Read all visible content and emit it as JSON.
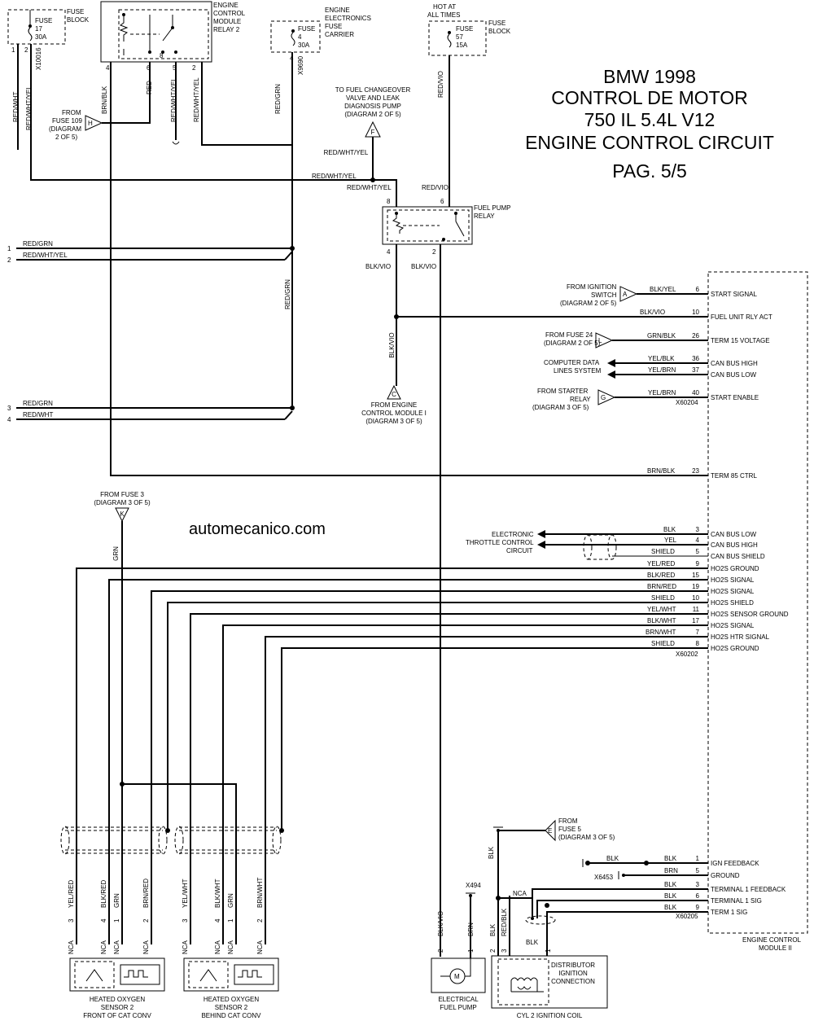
{
  "title": {
    "line1": "BMW 1998",
    "line2": "CONTROL DE MOTOR",
    "line3": "750 IL 5.4L V12",
    "line4": "ENGINE CONTROL CIRCUIT",
    "line5": "PAG. 5/5"
  },
  "watermark": "automecanico.com",
  "top_components": {
    "fuse17": {
      "name": "FUSE",
      "num": "17",
      "amp": "30A",
      "block1": "FUSE",
      "block2": "BLOCK",
      "connector": "X10016",
      "pin1": "1",
      "pin2": "2",
      "wire1": "RED/WHT",
      "wire2": "RED/WHT/YEL"
    },
    "relay2": {
      "l1": "ENGINE",
      "l2": "CONTROL",
      "l3": "MODULE",
      "l4": "RELAY 2",
      "p4": "4",
      "p6": "6",
      "p8": "8",
      "p5": "5",
      "p2": "2",
      "w4": "BRN/BLK",
      "w6": "RED",
      "w5": "RED/WHT/YEL",
      "w2": "RED/WHT/YEL"
    },
    "fuse4": {
      "name": "FUSE",
      "num": "4",
      "amp": "30A",
      "l1": "ENGINE",
      "l2": "ELECTRONICS",
      "l3": "FUSE",
      "l4": "CARRIER",
      "pin": "4",
      "connector": "X9690",
      "wire": "RED/GRN"
    },
    "fuse57": {
      "hot1": "HOT AT",
      "hot2": "ALL TIMES",
      "name": "FUSE",
      "num": "57",
      "amp": "15A",
      "block1": "FUSE",
      "block2": "BLOCK",
      "wire": "RED/VIO"
    },
    "from_fuse109": {
      "l1": "FROM",
      "l2": "FUSE 109",
      "l3": "(DIAGRAM",
      "l4": "2 OF 5)",
      "letter": "H"
    },
    "fuel_changeover": {
      "l1": "TO FUEL CHANGEOVER",
      "l2": "VALVE AND LEAK",
      "l3": "DIAGNOSIS PUMP",
      "l4": "(DIAGRAM 2 OF 5)",
      "letter": "F",
      "wire": "RED/WHT/YEL"
    },
    "splice_wire1": "RED/WHT/YEL",
    "splice_wire2": "RED/WHT/YEL",
    "fuel_pump_relay": {
      "l1": "FUEL PUMP",
      "l2": "RELAY",
      "wire_in": "RED/VIO",
      "p8": "8",
      "p6": "6",
      "p4": "4",
      "p2": "2",
      "w4": "BLK/VIO",
      "w2": "BLK/VIO"
    },
    "from_ecm1": {
      "l1": "FROM ENGINE",
      "l2": "CONTROL MODULE I",
      "l3": "(DIAGRAM 3 OF 5)",
      "letter": "C",
      "wire": "BLK/VIO"
    }
  },
  "left_refs": [
    {
      "num": "1",
      "wire": "RED/GRN"
    },
    {
      "num": "2",
      "wire": "RED/WHT/YEL"
    },
    {
      "num": "3",
      "wire": "RED/GRN"
    },
    {
      "num": "4",
      "wire": "RED/WHT"
    }
  ],
  "vertical_red_grn": "RED/GRN",
  "module": {
    "name1": "ENGINE CONTROL",
    "name2": "MODULE II",
    "conn1": "X60204",
    "conn2": "X60202",
    "conn3": "X60205",
    "pins": [
      {
        "wire": "BLK/YEL",
        "pin": "6",
        "func": "START SIGNAL"
      },
      {
        "wire": "BLK/VIO",
        "pin": "10",
        "func": "FUEL UNIT RLY ACT"
      },
      {
        "wire": "GRN/BLK",
        "pin": "26",
        "func": "TERM 15 VOLTAGE"
      },
      {
        "wire": "YEL/BLK",
        "pin": "36",
        "func": "CAN BUS HIGH"
      },
      {
        "wire": "YEL/BRN",
        "pin": "37",
        "func": "CAN BUS LOW"
      },
      {
        "wire": "YEL/BRN",
        "pin": "40",
        "func": "START ENABLE"
      },
      {
        "wire": "BRN/BLK",
        "pin": "23",
        "func": "TERM 85 CTRL"
      },
      {
        "wire": "BLK",
        "pin": "3",
        "func": "CAN BUS LOW"
      },
      {
        "wire": "YEL",
        "pin": "4",
        "func": "CAN BUS HIGH"
      },
      {
        "wire": "SHIELD",
        "pin": "5",
        "func": "CAN BUS SHIELD"
      },
      {
        "wire": "YEL/RED",
        "pin": "9",
        "func": "HO2S GROUND"
      },
      {
        "wire": "BLK/RED",
        "pin": "15",
        "func": "HO2S SIGNAL"
      },
      {
        "wire": "BRN/RED",
        "pin": "19",
        "func": "HO2S SIGNAL"
      },
      {
        "wire": "SHIELD",
        "pin": "10",
        "func": "HO2S SHIELD"
      },
      {
        "wire": "YEL/WHT",
        "pin": "11",
        "func": "HO2S SENSOR GROUND"
      },
      {
        "wire": "BLK/WHT",
        "pin": "17",
        "func": "HO2S SIGNAL"
      },
      {
        "wire": "BRN/WHT",
        "pin": "7",
        "func": "HO2S HTR SIGNAL"
      },
      {
        "wire": "SHIELD",
        "pin": "8",
        "func": "HO2S GROUND"
      },
      {
        "wire": "BLK",
        "pin": "1",
        "func": "IGN FEEDBACK"
      },
      {
        "wire": "BRN",
        "pin": "5",
        "func": "GROUND"
      },
      {
        "wire": "BLK",
        "pin": "3",
        "func": "TERMINAL 1 FEEDBACK"
      },
      {
        "wire": "BLK",
        "pin": "6",
        "func": "TERMINAL 1 SIG"
      },
      {
        "wire": "BLK",
        "pin": "9",
        "func": "TERM 1 SIG"
      }
    ]
  },
  "right_refs": {
    "ign_switch": {
      "l1": "FROM IGNITION",
      "l2": "SWITCH",
      "l3": "(DIAGRAM 2 OF 5)",
      "letter": "A"
    },
    "fuse24": {
      "l1": "FROM FUSE 24",
      "l2": "(DIAGRAM 2 OF 5)",
      "letter": "L"
    },
    "computer": {
      "l1": "COMPUTER DATA",
      "l2": "LINES SYSTEM"
    },
    "starter": {
      "l1": "FROM STARTER",
      "l2": "RELAY",
      "l3": "(DIAGRAM 3 OF 5)",
      "letter": "G"
    },
    "throttle": {
      "l1": "ELECTRONIC",
      "l2": "THROTTLE CONTROL",
      "l3": "CIRCUIT"
    }
  },
  "fuse3": {
    "l1": "FROM FUSE 3",
    "l2": "(DIAGRAM 3 OF 5)",
    "letter": "K",
    "wire": "GRN"
  },
  "fuse5": {
    "l1": "FROM",
    "l2": "FUSE 5",
    "l3": "(DIAGRAM 3 OF 5)",
    "letter": "E"
  },
  "ign_wires": {
    "blk1": "BLK",
    "brn": "BRN",
    "x6453": "X6453",
    "blk_v": "BLK",
    "x494": "X494",
    "nca": "NCA",
    "blk_coil": "BLK"
  },
  "sensor1": {
    "l1": "HEATED OXYGEN",
    "l2": "SENSOR 2",
    "l3": "FRONT OF CAT CONV",
    "wires": [
      "YEL/RED",
      "BLK/RED",
      "GRN",
      "BRN/RED"
    ],
    "pins": [
      "3",
      "4",
      "1",
      "2"
    ],
    "nca": [
      "NCA",
      "NCA",
      "NCA",
      "NCA"
    ]
  },
  "sensor2": {
    "l1": "HEATED OXYGEN",
    "l2": "SENSOR 2",
    "l3": "BEHIND CAT CONV",
    "wires": [
      "YEL/WHT",
      "BLK/WHT",
      "GRN",
      "BRN/WHT"
    ],
    "pins": [
      "3",
      "4",
      "1",
      "2"
    ],
    "nca": [
      "NCA",
      "NCA",
      "NCA",
      "NCA"
    ]
  },
  "fuel_pump": {
    "l1": "ELECTRICAL",
    "l2": "FUEL PUMP",
    "w1": "BLK/VIO",
    "w2": "BRN",
    "p1": "2",
    "p2": "1",
    "motor": "M"
  },
  "coil": {
    "l1": "CYL 2 IGNITION COIL",
    "d1": "DISTRIBUTOR",
    "d2": "IGNITION",
    "d3": "CONNECTION",
    "w1": "BLK",
    "w2": "RED/BLK",
    "p1": "2",
    "p2": "3",
    "p3": "1"
  }
}
